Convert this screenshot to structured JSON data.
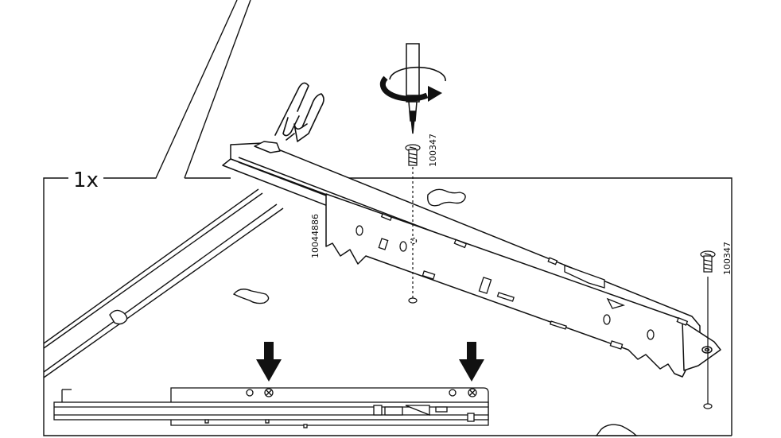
{
  "quantity_label": "1x",
  "part_numbers": {
    "rail": "10044886",
    "screw_top": "100347",
    "screw_right": "100347"
  },
  "icons": [
    "pointing-hand-icon",
    "screwdriver-icon",
    "rotation-arrow-icon",
    "screw-icon",
    "down-arrow-icon"
  ],
  "colors": {
    "ink": "#111111",
    "paper": "#ffffff"
  }
}
